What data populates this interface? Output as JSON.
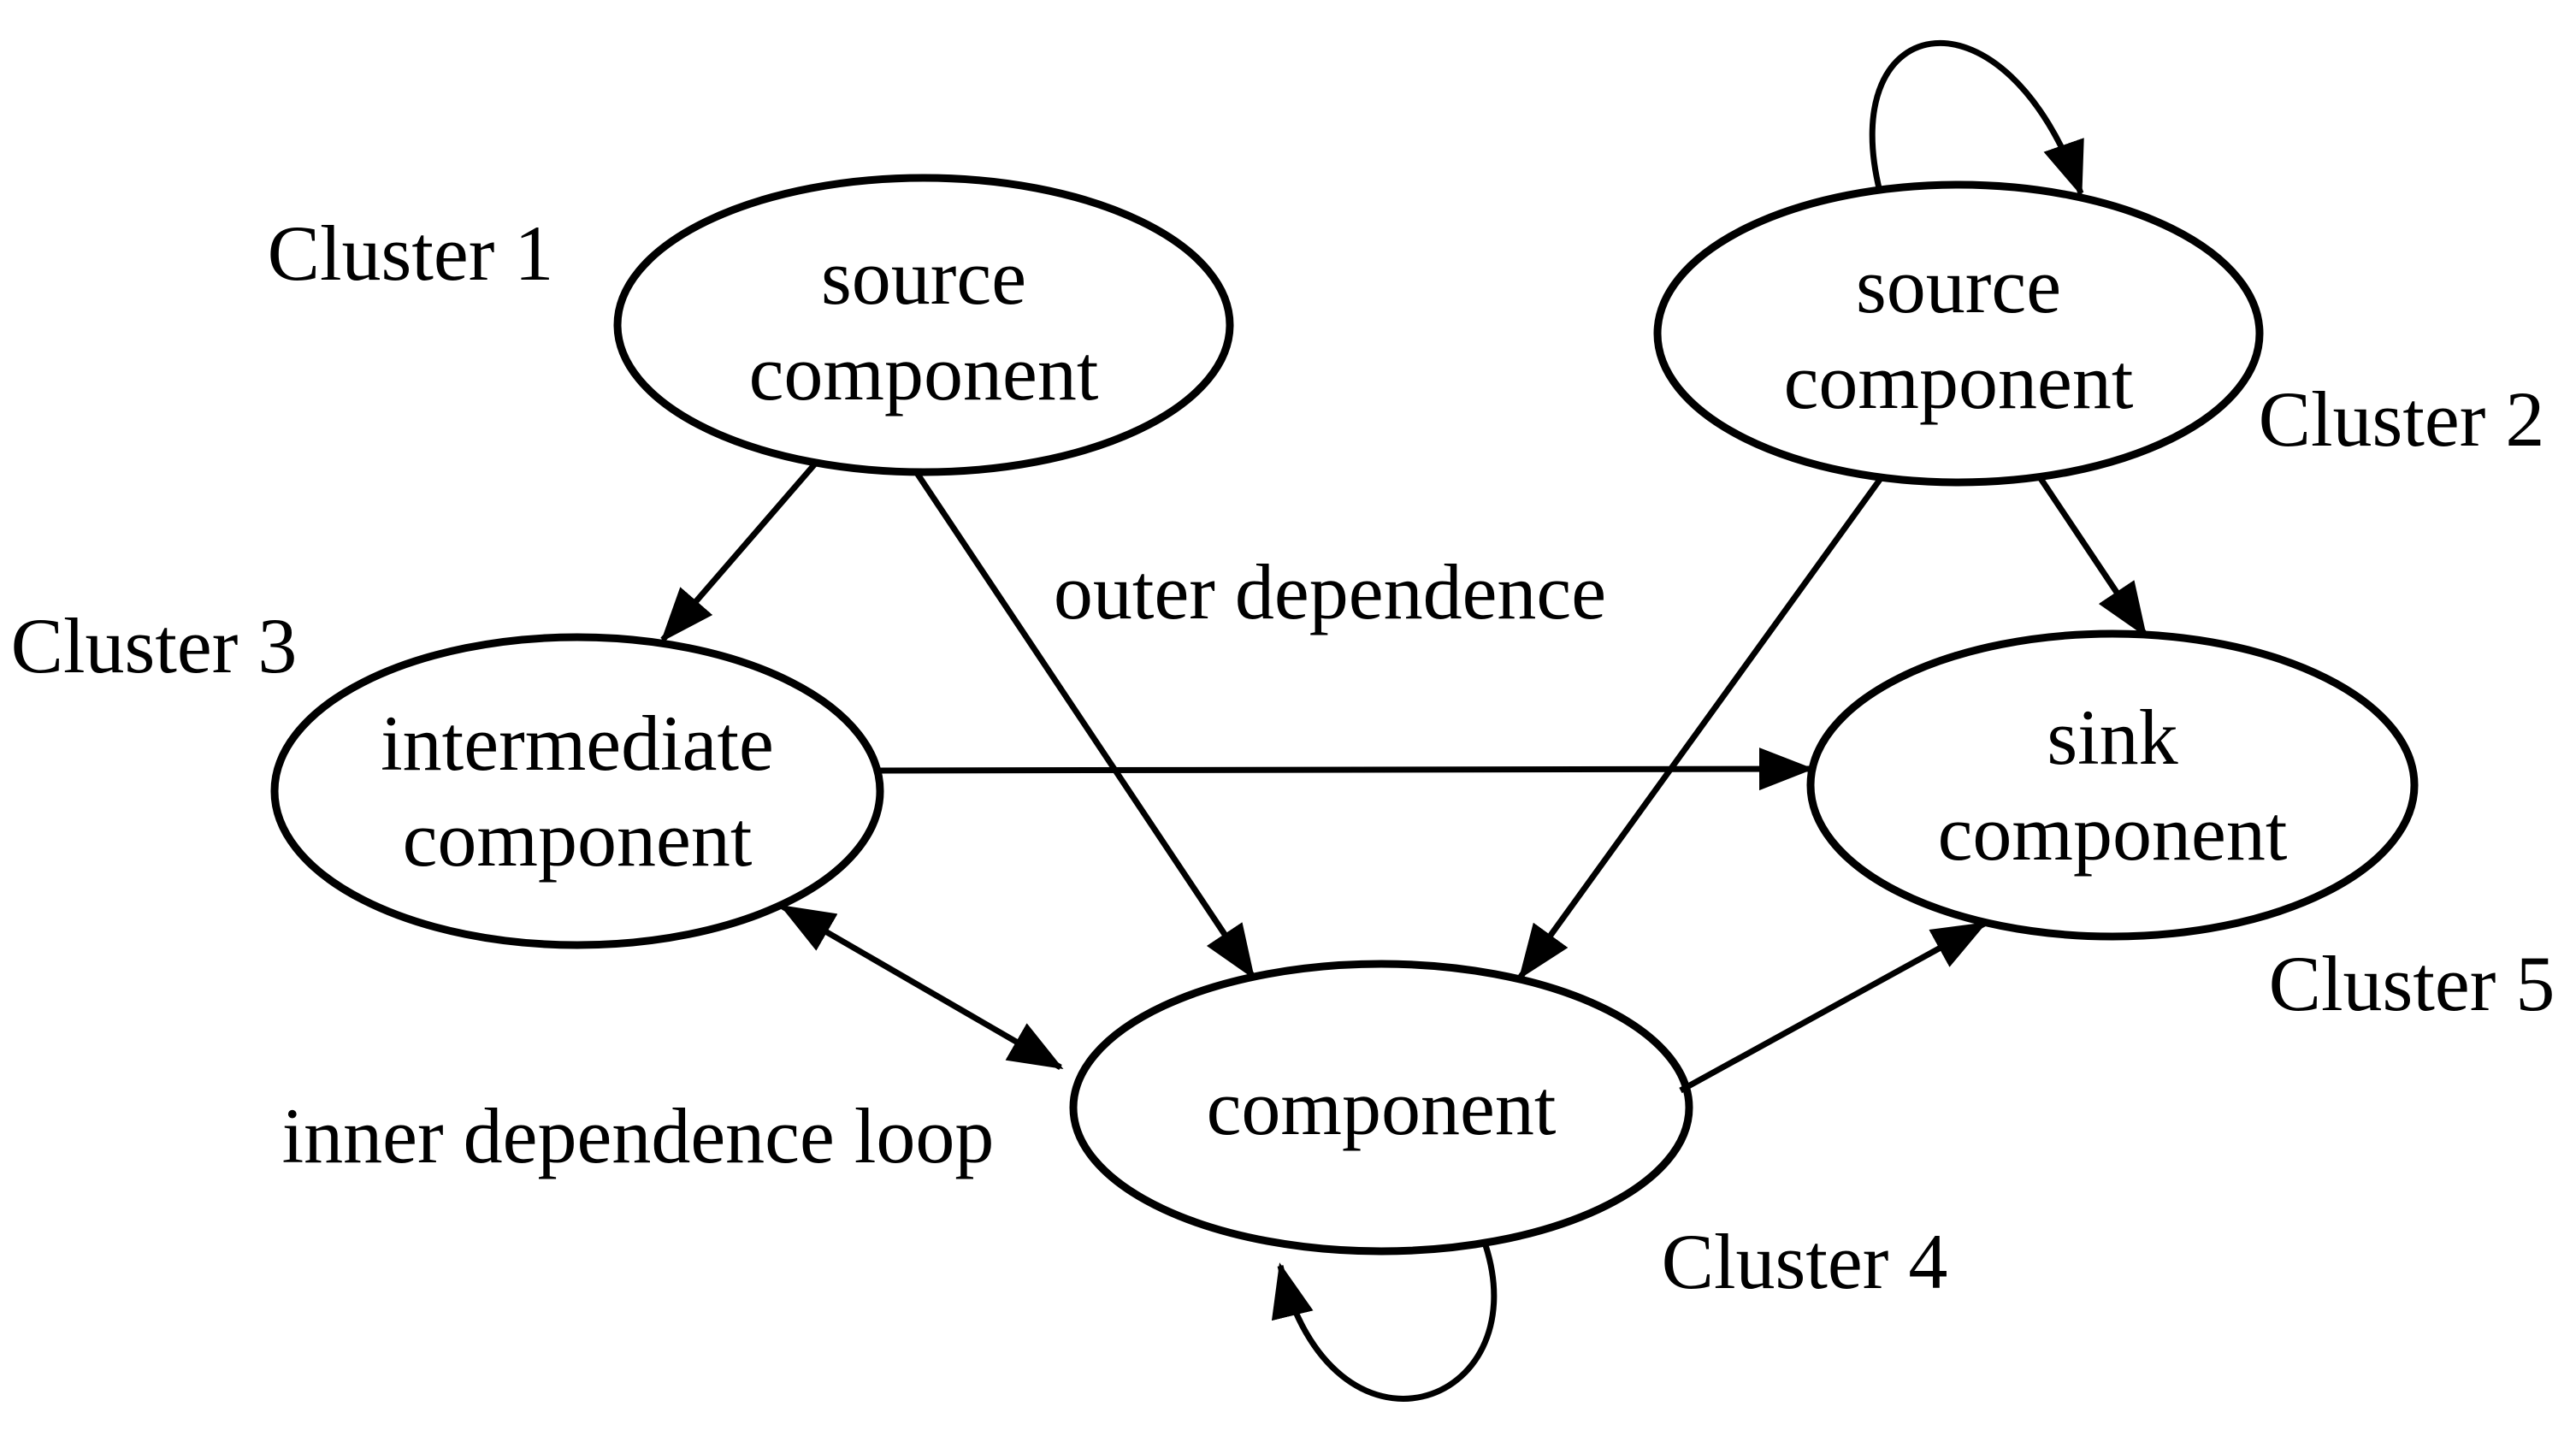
{
  "diagram": {
    "colors": {
      "stroke": "#000000",
      "background": "#ffffff"
    },
    "cluster_labels": [
      {
        "label": "Cluster 1"
      },
      {
        "label": "Cluster 2"
      },
      {
        "label": "Cluster 3"
      },
      {
        "label": "Cluster 4"
      },
      {
        "label": "Cluster 5"
      }
    ],
    "nodes": [
      {
        "label": "source component"
      },
      {
        "label": "source component"
      },
      {
        "label": "intermediate component"
      },
      {
        "label": "sink component"
      },
      {
        "label": "component"
      }
    ],
    "edge_labels": [
      {
        "label": "outer dependence"
      },
      {
        "label": "inner dependence loop"
      }
    ]
  }
}
